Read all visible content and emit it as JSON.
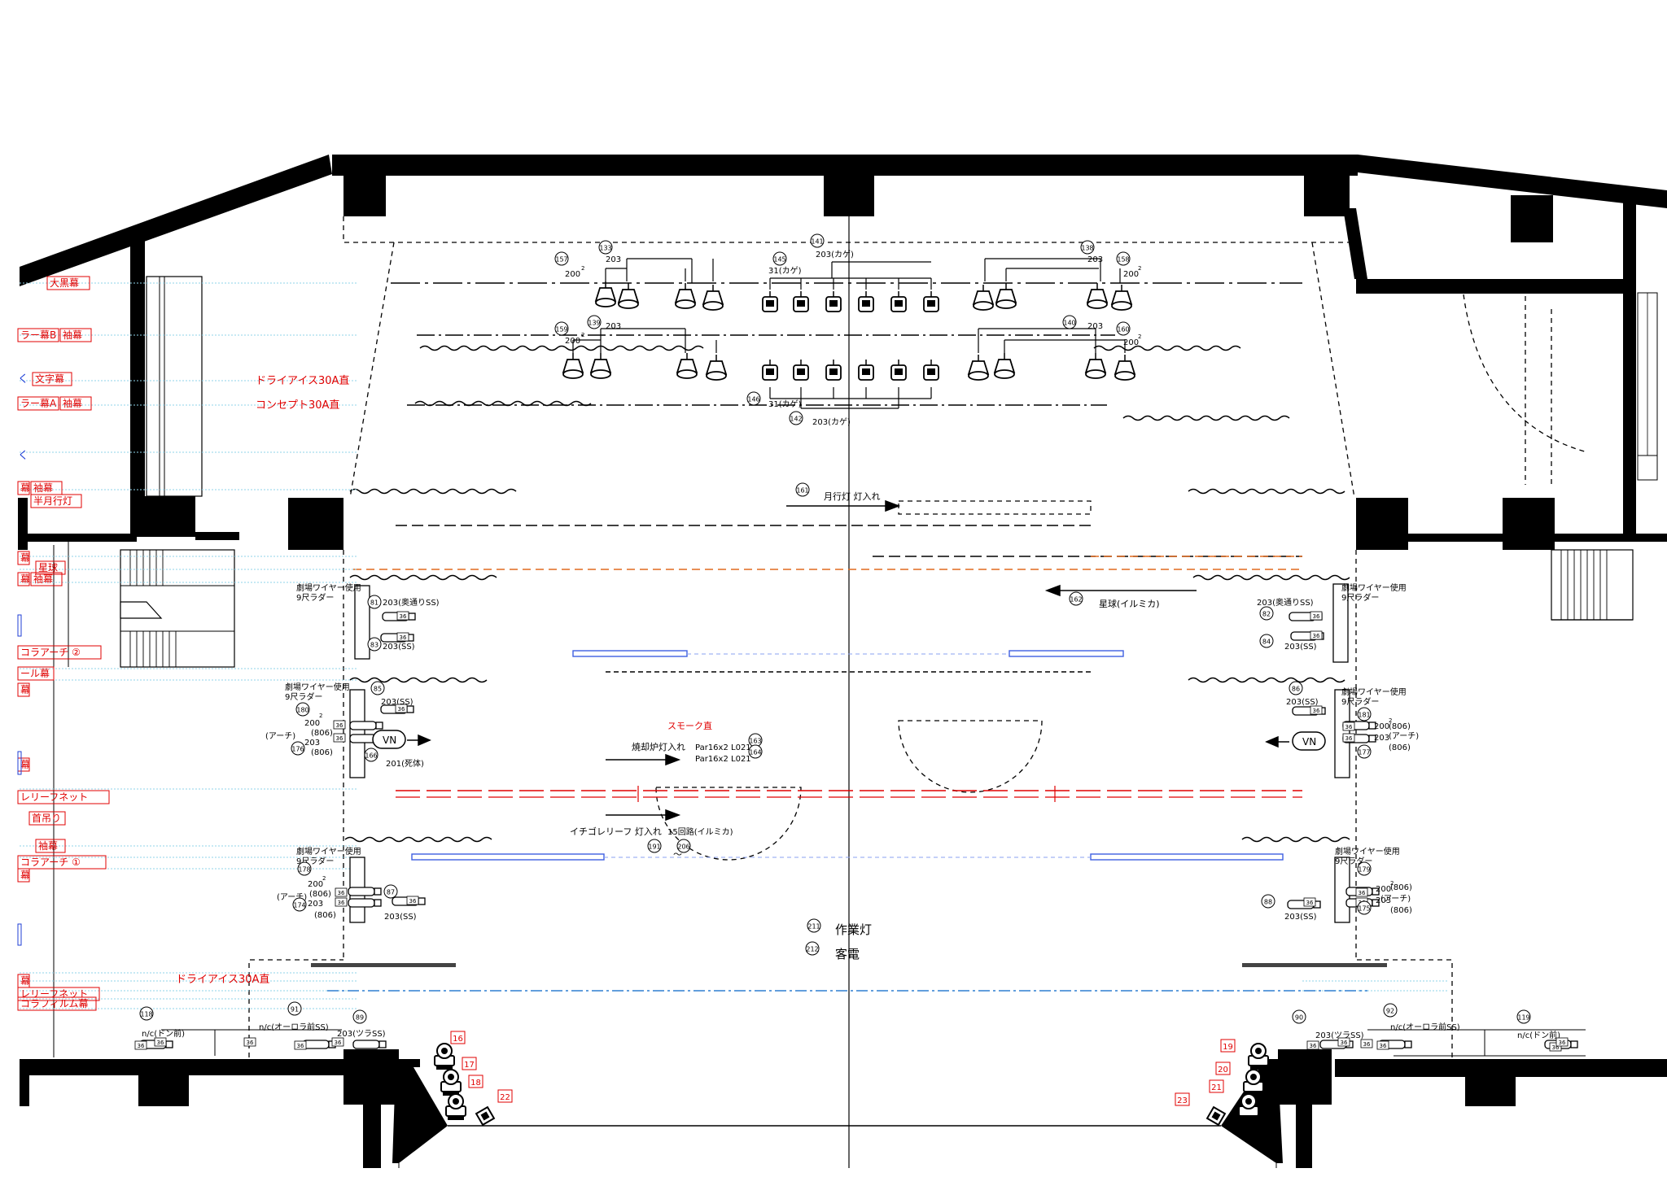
{
  "colors": {
    "black": "#000000",
    "red": "#e00000",
    "blue": "#1f3fd6",
    "orange": "#e06a1e",
    "cyan": "#7fd0e6",
    "gray": "#555555"
  },
  "labels": {
    "left_curtains": [
      {
        "text": "大黒幕"
      },
      {
        "text": "ラー幕B"
      },
      {
        "text": "袖幕"
      },
      {
        "text": "く"
      },
      {
        "text": "文字幕"
      },
      {
        "text": "ラー幕A"
      },
      {
        "text": "袖幕"
      },
      {
        "text": "く"
      },
      {
        "text": "幕"
      },
      {
        "text": "袖幕"
      },
      {
        "text": "半月行灯"
      },
      {
        "text": "幕"
      },
      {
        "text": "星球"
      },
      {
        "text": "幕"
      },
      {
        "text": "袖幕"
      },
      {
        "text": "コラアーチ ②"
      },
      {
        "text": "ール幕"
      },
      {
        "text": "幕"
      },
      {
        "text": "幕"
      },
      {
        "text": "レリーフネット"
      },
      {
        "text": "首吊り"
      },
      {
        "text": "袖幕"
      },
      {
        "text": "コラアーチ ①"
      },
      {
        "text": "幕"
      },
      {
        "text": "幕"
      },
      {
        "text": "レリーフネット"
      },
      {
        "text": "コラフィルム幕"
      }
    ],
    "effects": [
      {
        "text": "ドライアイス30A直"
      },
      {
        "text": "コンセプト30A直"
      },
      {
        "text": "スモーク直"
      },
      {
        "text": "ドライアイス30A直"
      }
    ],
    "misc": [
      {
        "text": "月行灯 灯入れ"
      },
      {
        "text": "星球(イルミカ)"
      },
      {
        "text": "焼却炉灯入れ"
      },
      {
        "text": "Par16x2 L021"
      },
      {
        "text": "Par16x2 L021"
      },
      {
        "text": "イチゴレリーフ 灯入れ"
      },
      {
        "text": "15回路(イルミカ)"
      },
      {
        "text": "～"
      },
      {
        "text": "作業灯"
      },
      {
        "text": "客電"
      },
      {
        "text": "201(死体)"
      },
      {
        "text": "VN"
      },
      {
        "text": "VN"
      }
    ],
    "overhead": [
      {
        "text": "203"
      },
      {
        "text": "200"
      },
      {
        "text": "2"
      },
      {
        "text": "203(カゲ)"
      },
      {
        "text": "31(カゲ)"
      },
      {
        "text": "203"
      },
      {
        "text": "200"
      },
      {
        "text": "2"
      },
      {
        "text": "203"
      },
      {
        "text": "200"
      },
      {
        "text": "2"
      },
      {
        "text": "203"
      },
      {
        "text": "200"
      },
      {
        "text": "2"
      },
      {
        "text": "31(カゲ)"
      },
      {
        "text": "203(カゲ)"
      }
    ],
    "ladders": [
      {
        "text": "劇場ワイヤー使用"
      },
      {
        "text": "9尺ラダー"
      },
      {
        "text": "203(奥通りSS)"
      },
      {
        "text": "203(SS)"
      },
      {
        "text": "劇場ワイヤー使用"
      },
      {
        "text": "9尺ラダー"
      },
      {
        "text": "203(奥通りSS)"
      },
      {
        "text": "203(SS)"
      },
      {
        "text": "劇場ワイヤー使用"
      },
      {
        "text": "9尺ラダー"
      },
      {
        "text": "203(SS)"
      },
      {
        "text": "200"
      },
      {
        "text": "2"
      },
      {
        "text": "(806)"
      },
      {
        "text": "(アーチ)"
      },
      {
        "text": "203"
      },
      {
        "text": "(806)"
      },
      {
        "text": "劇場ワイヤー使用"
      },
      {
        "text": "9尺ラダー"
      },
      {
        "text": "203(SS)"
      },
      {
        "text": "200"
      },
      {
        "text": "2"
      },
      {
        "text": "(806)"
      },
      {
        "text": "(アーチ)"
      },
      {
        "text": "203"
      },
      {
        "text": "(806)"
      },
      {
        "text": "劇場ワイヤー使用"
      },
      {
        "text": "9尺ラダー"
      },
      {
        "text": "200"
      },
      {
        "text": "2"
      },
      {
        "text": "(806)"
      },
      {
        "text": "(アーチ)"
      },
      {
        "text": "203"
      },
      {
        "text": "(806)"
      },
      {
        "text": "203(SS)"
      },
      {
        "text": "劇場ワイヤー使用"
      },
      {
        "text": "9尺ラダー"
      },
      {
        "text": "200"
      },
      {
        "text": "2"
      },
      {
        "text": "(806)"
      },
      {
        "text": "(アーチ)"
      },
      {
        "text": "203"
      },
      {
        "text": "(806)"
      },
      {
        "text": "203(SS)"
      }
    ],
    "front": [
      {
        "text": "n/c(ドン前)"
      },
      {
        "text": "n/c(オーロラ前SS)"
      },
      {
        "text": "203(ツラSS)"
      },
      {
        "text": "203(ツラSS)"
      },
      {
        "text": "n/c(オーロラ前SS)"
      },
      {
        "text": "n/c(ドン前)"
      }
    ],
    "box36": [
      {
        "text": "36"
      },
      {
        "text": "36"
      },
      {
        "text": "36"
      },
      {
        "text": "36"
      },
      {
        "text": "36"
      },
      {
        "text": "36"
      },
      {
        "text": "36"
      },
      {
        "text": "36"
      },
      {
        "text": "36"
      },
      {
        "text": "36"
      },
      {
        "text": "36"
      },
      {
        "text": "36"
      },
      {
        "text": "36"
      },
      {
        "text": "36"
      },
      {
        "text": "36"
      },
      {
        "text": "36"
      },
      {
        "text": "36"
      },
      {
        "text": "36"
      },
      {
        "text": "36"
      },
      {
        "text": "36"
      },
      {
        "text": "36"
      },
      {
        "text": "36"
      },
      {
        "text": "36"
      },
      {
        "text": "36"
      },
      {
        "text": "36"
      },
      {
        "text": "36"
      },
      {
        "text": "36"
      }
    ]
  },
  "circled_numbers": [
    {
      "num": "157"
    },
    {
      "num": "133"
    },
    {
      "num": "141"
    },
    {
      "num": "145"
    },
    {
      "num": "138"
    },
    {
      "num": "158"
    },
    {
      "num": "159"
    },
    {
      "num": "139"
    },
    {
      "num": "140"
    },
    {
      "num": "160"
    },
    {
      "num": "146"
    },
    {
      "num": "142"
    },
    {
      "num": "161"
    },
    {
      "num": "162"
    },
    {
      "num": "81"
    },
    {
      "num": "83"
    },
    {
      "num": "82"
    },
    {
      "num": "84"
    },
    {
      "num": "85"
    },
    {
      "num": "180"
    },
    {
      "num": "176"
    },
    {
      "num": "166"
    },
    {
      "num": "86"
    },
    {
      "num": "181"
    },
    {
      "num": "177"
    },
    {
      "num": "163"
    },
    {
      "num": "164"
    },
    {
      "num": "191"
    },
    {
      "num": "206"
    },
    {
      "num": "178"
    },
    {
      "num": "174"
    },
    {
      "num": "87"
    },
    {
      "num": "179"
    },
    {
      "num": "175"
    },
    {
      "num": "88"
    },
    {
      "num": "211"
    },
    {
      "num": "212"
    },
    {
      "num": "118"
    },
    {
      "num": "91"
    },
    {
      "num": "89"
    },
    {
      "num": "90"
    },
    {
      "num": "92"
    },
    {
      "num": "119"
    }
  ],
  "boxed_numbers": [
    {
      "num": "16"
    },
    {
      "num": "17"
    },
    {
      "num": "18"
    },
    {
      "num": "22"
    },
    {
      "num": "19"
    },
    {
      "num": "20"
    },
    {
      "num": "21"
    },
    {
      "num": "23"
    }
  ]
}
